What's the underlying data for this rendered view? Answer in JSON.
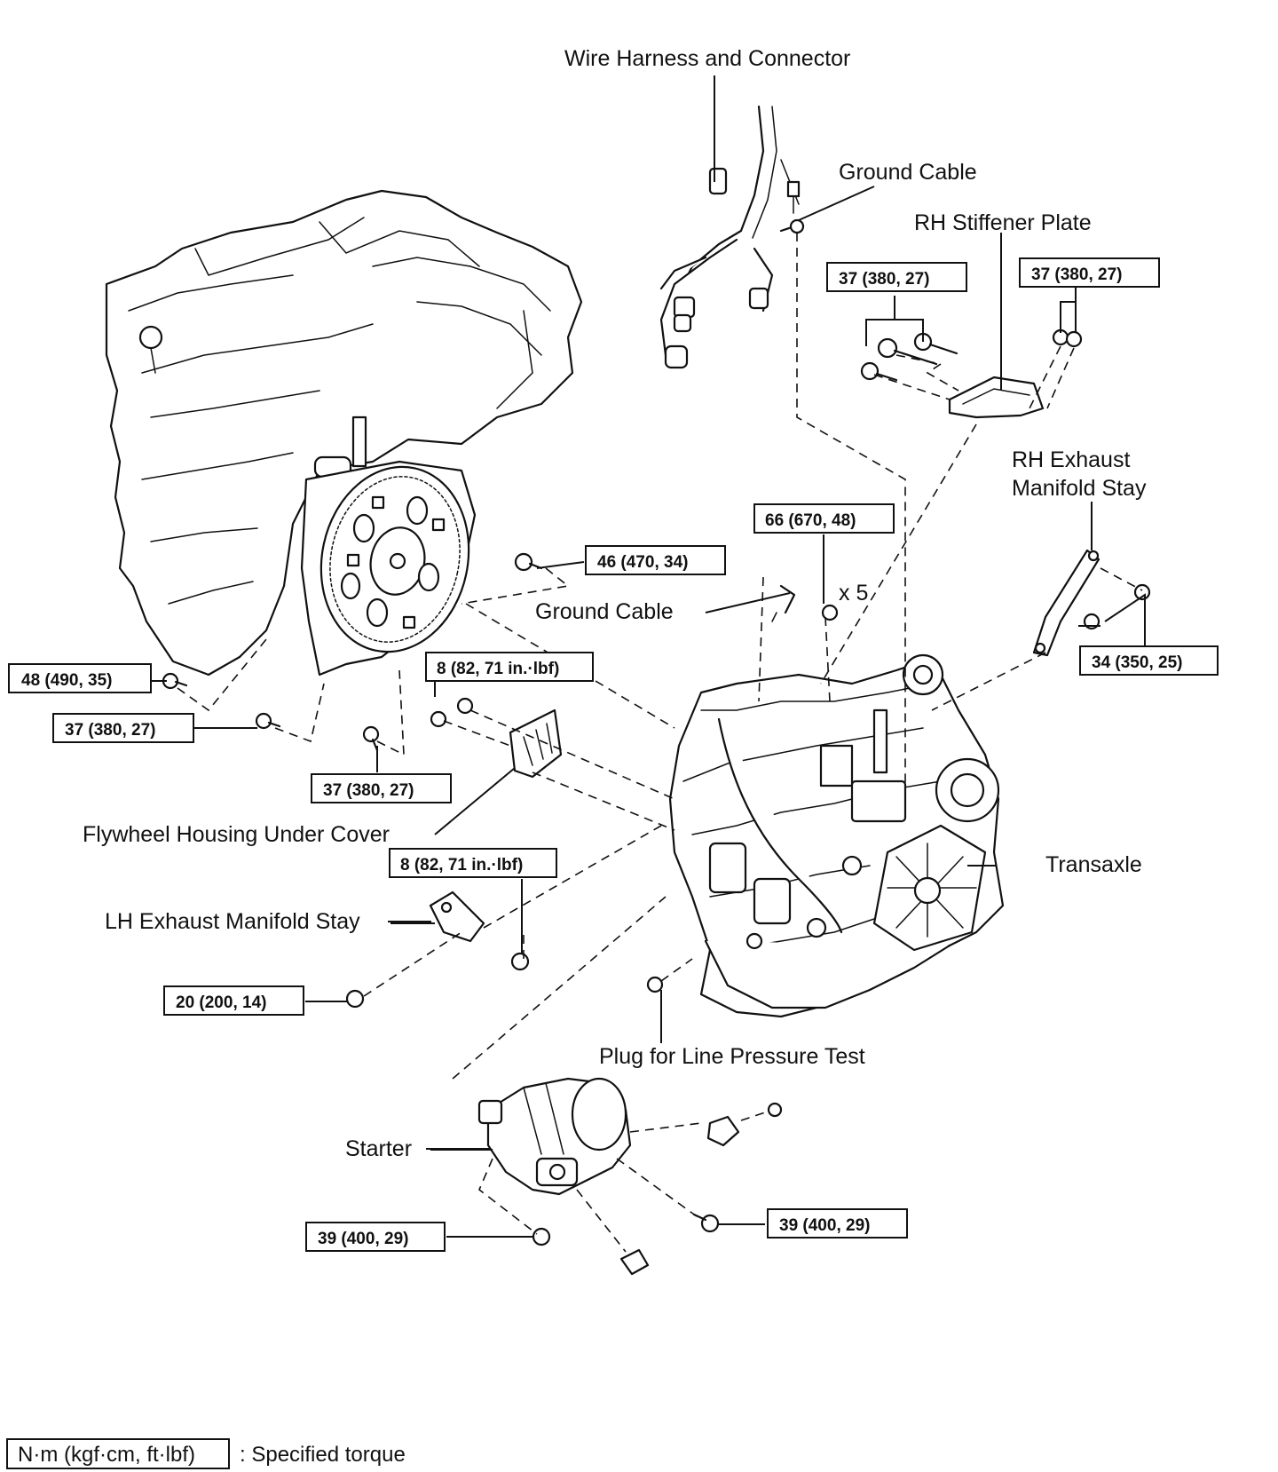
{
  "labels": {
    "wire_harness": "Wire Harness and Connector",
    "ground_cable_top": "Ground Cable",
    "rh_stiffener": "RH Stiffener Plate",
    "rh_exhaust_1": "RH Exhaust",
    "rh_exhaust_2": "Manifold Stay",
    "ground_cable_mid": "Ground Cable",
    "x5": "x 5",
    "flywheel_cover": "Flywheel Housing Under Cover",
    "lh_exhaust": "LH Exhaust Manifold Stay",
    "transaxle": "Transaxle",
    "plug": "Plug for Line Pressure Test",
    "starter": "Starter"
  },
  "torques": {
    "rh_stiffener_a": "37 (380, 27)",
    "rh_stiffener_b": "37 (380, 27)",
    "ground_66": "66 (670, 48)",
    "flywheel_46": "46 (470, 34)",
    "rh_stay_34": "34 (350, 25)",
    "cover_8a": "8 (82, 71 in.·lbf)",
    "left_48": "48 (490, 35)",
    "left_37": "37 (380, 27)",
    "lower_37": "37 (380, 27)",
    "cover_8b": "8 (82, 71 in.·lbf)",
    "lh_20": "20 (200, 14)",
    "starter_39_left": "39 (400, 29)",
    "starter_39_right": "39 (400, 29)"
  },
  "legend": {
    "unit": "N·m (kgf·cm, ft·lbf)",
    "text": ": Specified torque"
  }
}
